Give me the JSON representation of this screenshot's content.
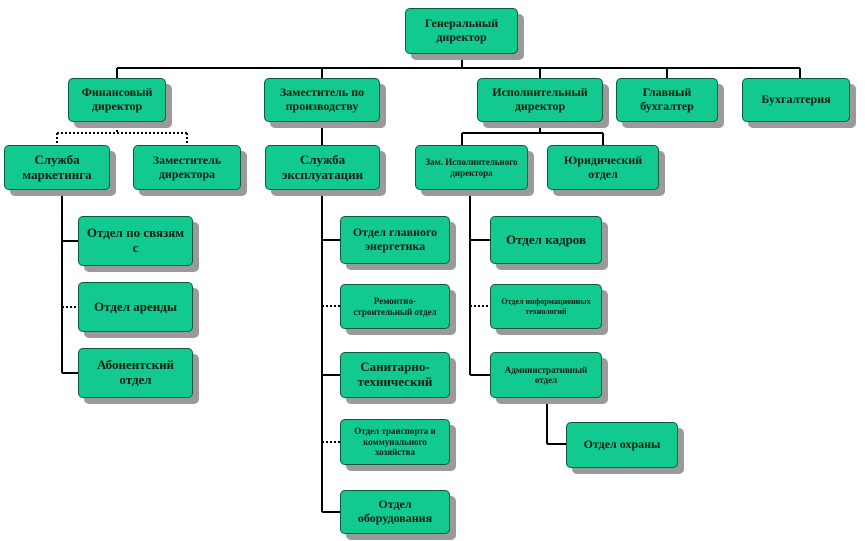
{
  "org_chart": {
    "ceo": "Генеральный директор",
    "finance_director": "Финансовый директор",
    "deputy_production": "Заместитель по производству",
    "executive_director": "Исполнительный директор",
    "chief_accountant": "Главный бухгалтер",
    "accounting": "Бухгалтерия",
    "marketing_service": "Служба маркетинга",
    "deputy_director": "Заместитель директора",
    "operations_service": "Служба эксплуатации",
    "deputy_executive_director": "Зам. Исполнительного директора",
    "legal_department": "Юридический отдел",
    "communications_dept": "Отдел по связям с",
    "rent_dept": "Отдел аренды",
    "subscriber_dept": "Абонентский отдел",
    "chief_power_engineer_dept": "Отдел главного энергетика",
    "repair_construction_dept": "Ремонтно-строительный отдел",
    "sanitary_technical": "Санитарно-технический",
    "transport_utility_dept": "Отдел транспорта и коммунального хозяйства",
    "equipment_dept": "Отдел оборудования",
    "hr_dept": "Отдел кадров",
    "it_dept": "Отдел информационных технологий",
    "admin_dept": "Административный отдел",
    "security_dept": "Отдел охраны"
  },
  "colors": {
    "node_fill": "#12c98f",
    "node_border": "#0b5a3e",
    "shadow": "#9a9a9a",
    "line": "#000000"
  }
}
